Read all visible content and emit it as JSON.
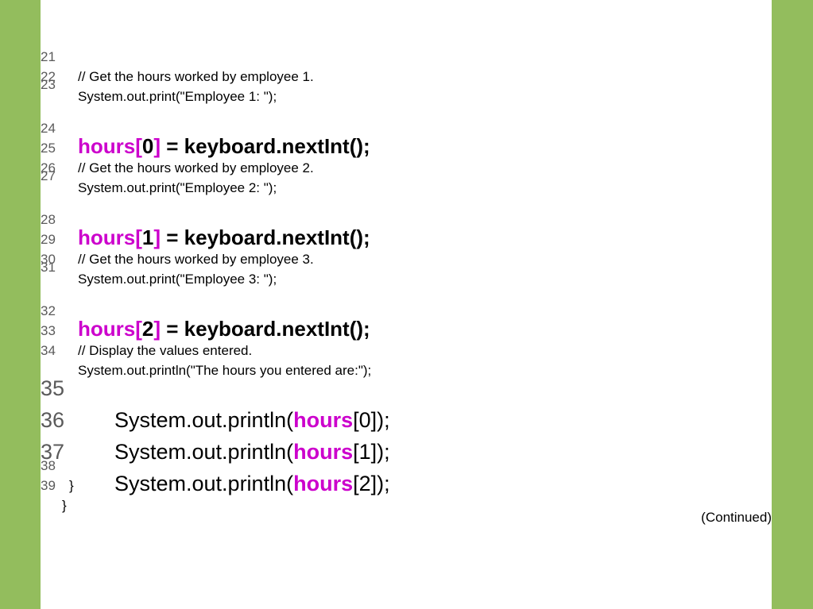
{
  "lines": [
    {
      "n": "21",
      "t": "// Get the hours worked by employee 1."
    },
    {
      "n": "22",
      "t": "System.out.print(\"Employee 1: \");"
    },
    {
      "n": "23",
      "a": "hours[",
      "b": "0",
      "c": "]",
      "d": " = keyboard.nextInt();"
    },
    {
      "n": "24",
      "t": ""
    },
    {
      "n": "25",
      "t": "// Get the hours worked by employee 2."
    },
    {
      "n": "26",
      "t": "System.out.print(\"Employee 2: \");"
    },
    {
      "n": "27",
      "a": "hours[",
      "b": "1",
      "c": "]",
      "d": " = keyboard.nextInt();"
    },
    {
      "n": "28",
      "t": ""
    },
    {
      "n": "29",
      "t": "// Get the hours worked by employee 3."
    },
    {
      "n": "30",
      "t": "System.out.print(\"Employee 3: \");"
    },
    {
      "n": "31",
      "a": "hours[",
      "b": "2",
      "c": "]",
      "d": " = keyboard.nextInt();"
    },
    {
      "n": "32",
      "t": ""
    },
    {
      "n": "33",
      "t": "// Display the values entered."
    },
    {
      "n": "34",
      "t": "System.out.println(\"The hours you entered are:\");"
    },
    {
      "n": "35",
      "a": "System.out.println(",
      "b": "hours",
      "c": "[0]);"
    },
    {
      "n": "36",
      "a": "System.out.println(",
      "b": "hours",
      "c": "[1]);"
    },
    {
      "n": "37",
      "a": "System.out.println(",
      "b": "hours",
      "c": "[2]);"
    },
    {
      "n": "38",
      "t": "}"
    },
    {
      "n": "39",
      "t": "}"
    }
  ],
  "footer": {
    "continued": "(Continued)"
  },
  "colors": {
    "accent_bar": "#93bd5d",
    "keyword": "#cc00cc"
  }
}
